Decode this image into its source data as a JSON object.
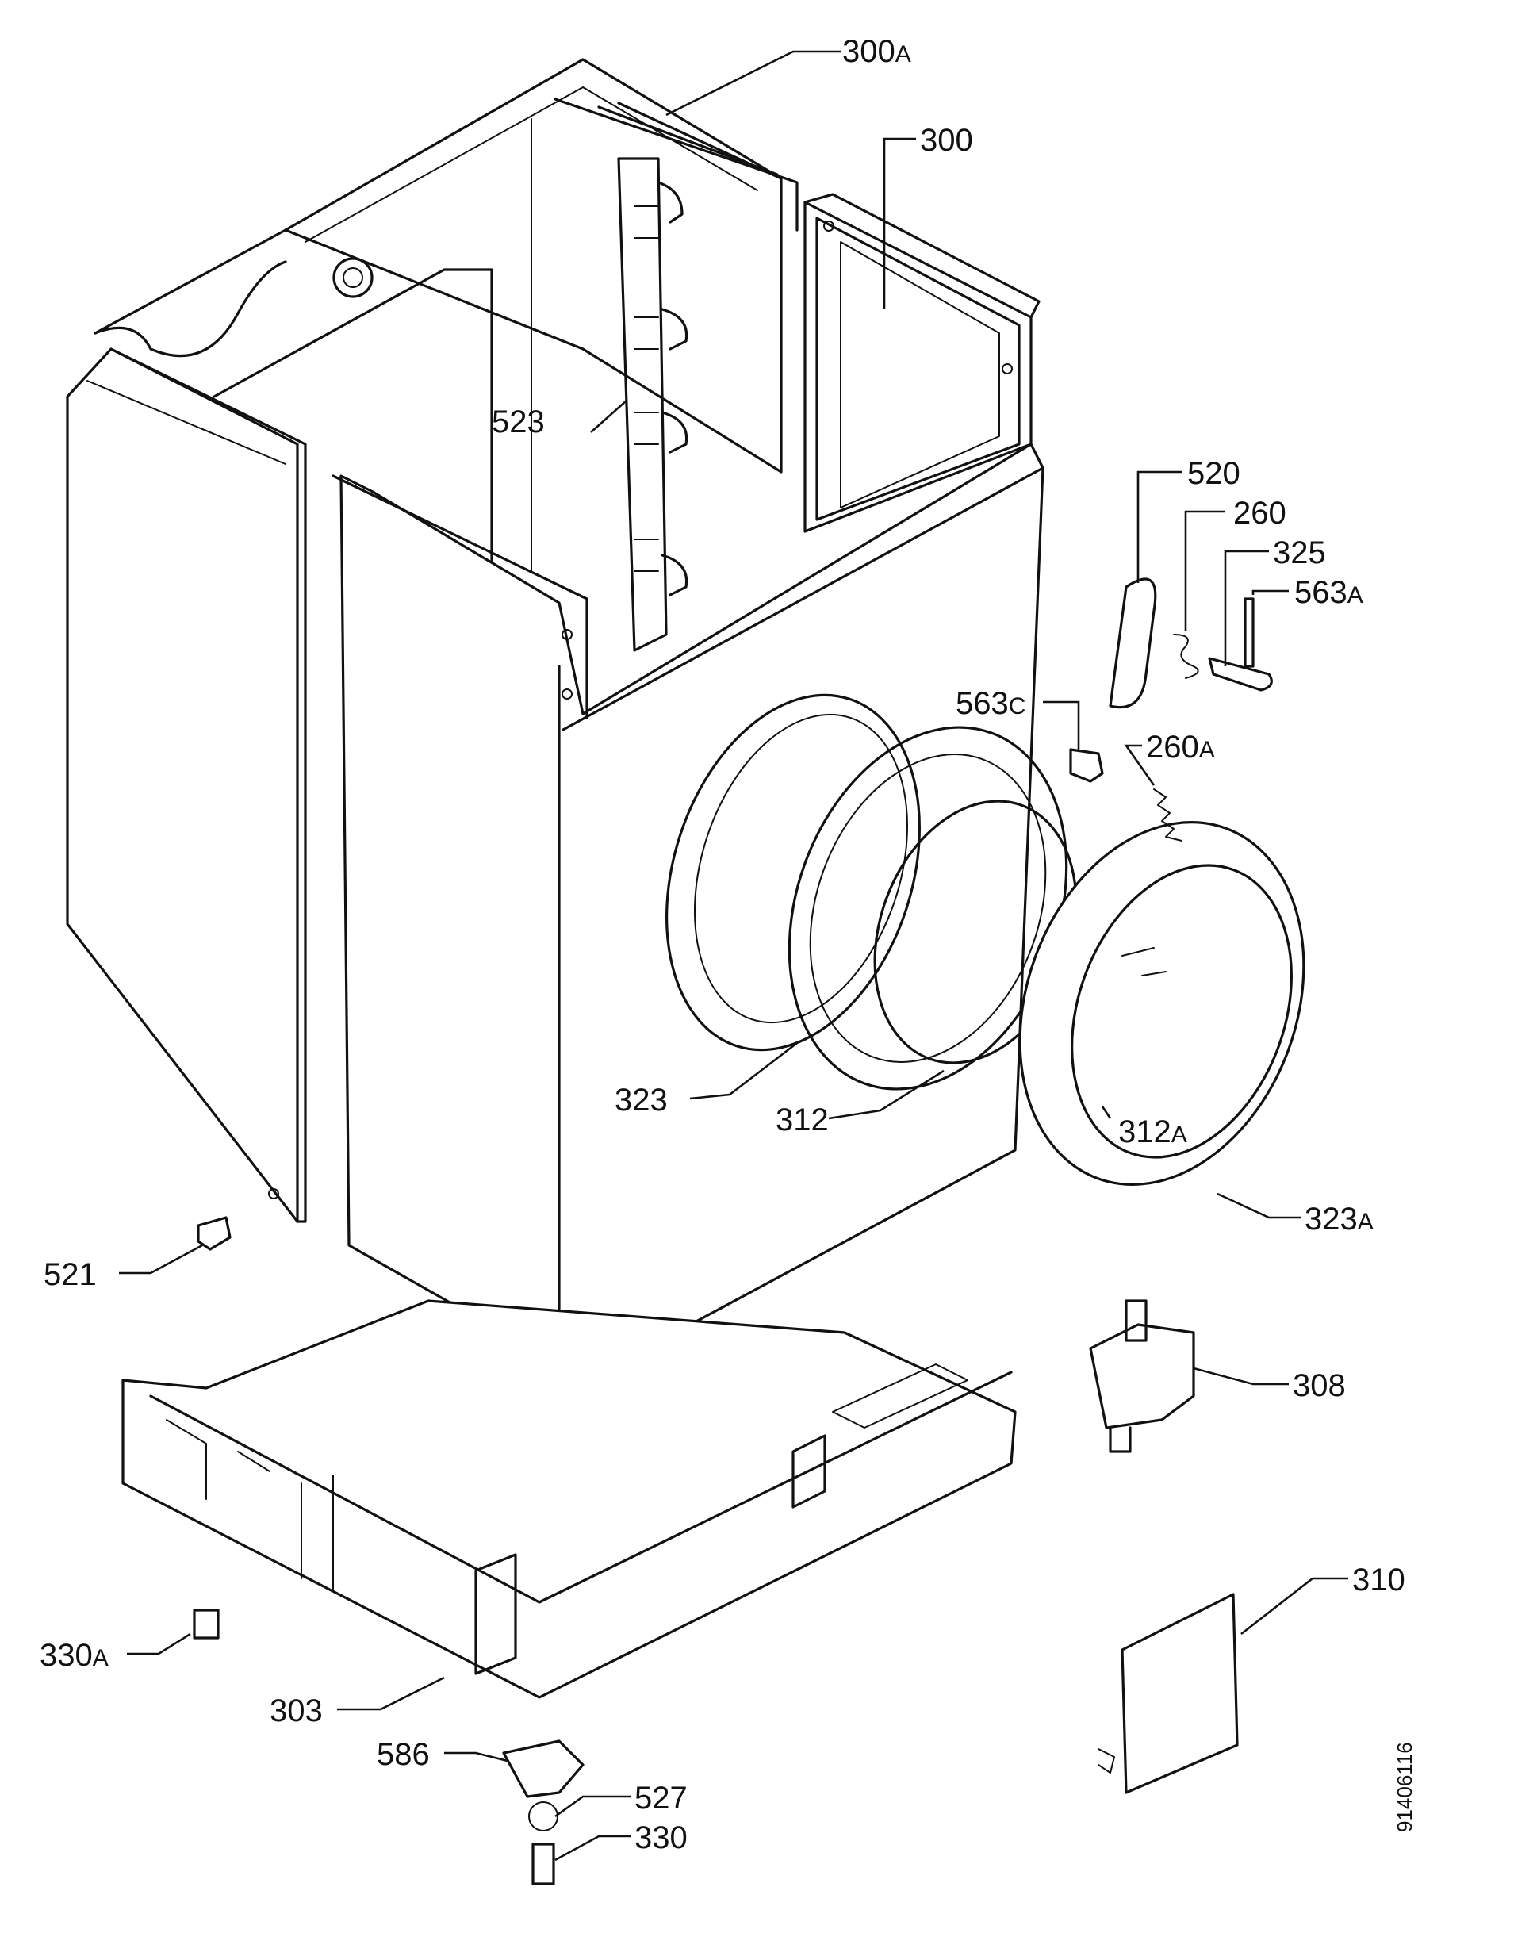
{
  "labels": {
    "p300a": {
      "num": "300",
      "suffix": "A"
    },
    "p300": {
      "num": "300",
      "suffix": ""
    },
    "p523": {
      "num": "523",
      "suffix": ""
    },
    "p520": {
      "num": "520",
      "suffix": ""
    },
    "p260": {
      "num": "260",
      "suffix": ""
    },
    "p325": {
      "num": "325",
      "suffix": ""
    },
    "p563a": {
      "num": "563",
      "suffix": "A"
    },
    "p563c": {
      "num": "563",
      "suffix": "C"
    },
    "p260a": {
      "num": "260",
      "suffix": "A"
    },
    "p323": {
      "num": "323",
      "suffix": ""
    },
    "p312": {
      "num": "312",
      "suffix": ""
    },
    "p312a": {
      "num": "312",
      "suffix": "A"
    },
    "p323a": {
      "num": "323",
      "suffix": "A"
    },
    "p521": {
      "num": "521",
      "suffix": ""
    },
    "p308": {
      "num": "308",
      "suffix": ""
    },
    "p310": {
      "num": "310",
      "suffix": ""
    },
    "p330a": {
      "num": "330",
      "suffix": "A"
    },
    "p303": {
      "num": "303",
      "suffix": ""
    },
    "p586": {
      "num": "586",
      "suffix": ""
    },
    "p527": {
      "num": "527",
      "suffix": ""
    },
    "p330": {
      "num": "330",
      "suffix": ""
    }
  },
  "drawing_code": "91406116"
}
